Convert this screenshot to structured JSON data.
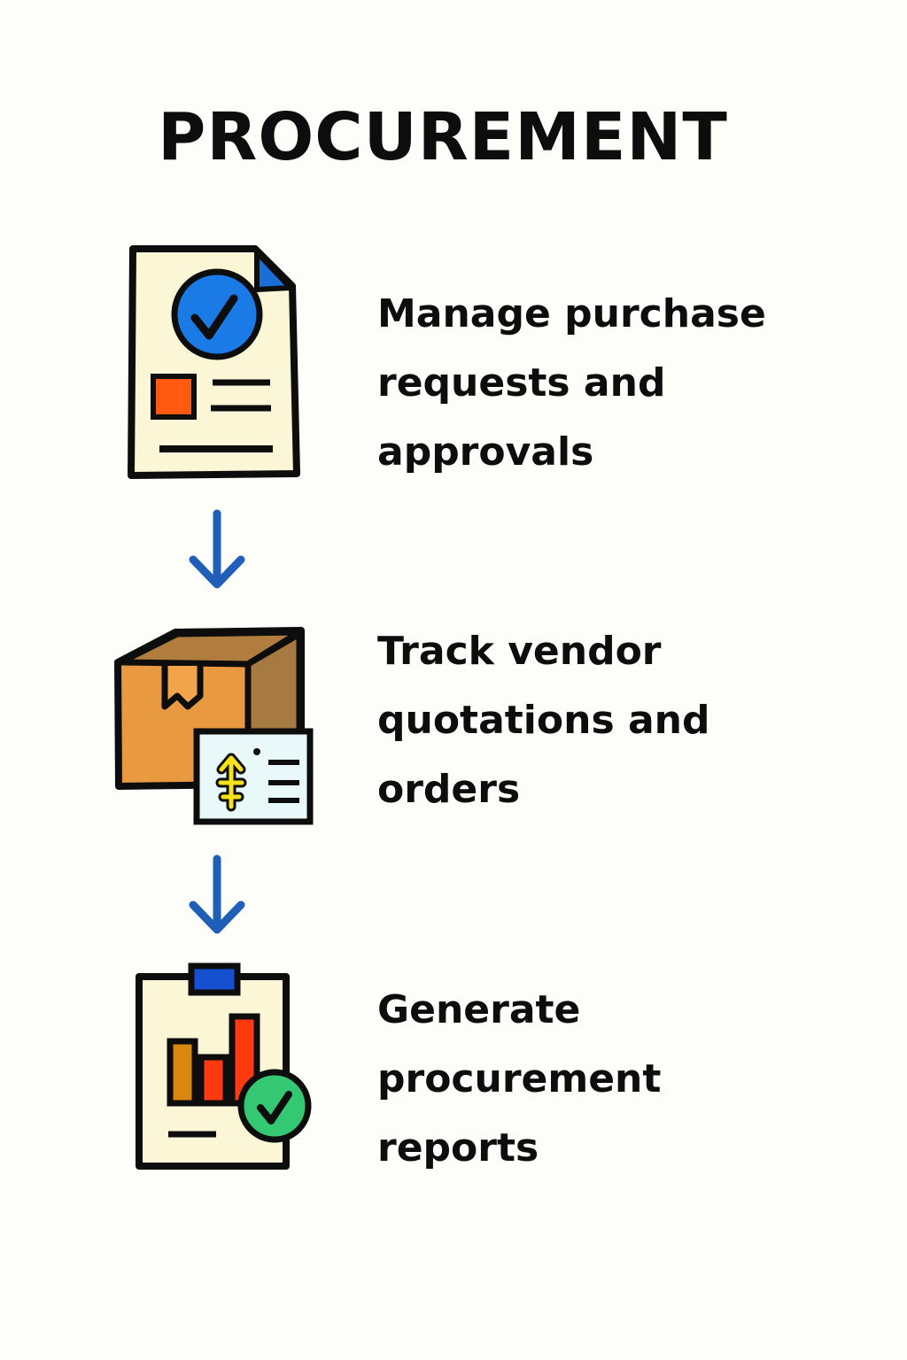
{
  "title": "PROCUREMENT",
  "steps": [
    {
      "icon": "approved-document-icon",
      "lines": [
        "Manage purchase",
        "requests and",
        "approvals"
      ]
    },
    {
      "icon": "package-quotation-icon",
      "lines": [
        "Track vendor",
        "quotations and",
        "orders"
      ]
    },
    {
      "icon": "report-clipboard-icon",
      "lines": [
        "Generate",
        "procurement",
        "reports"
      ]
    }
  ],
  "connectors": [
    "down-arrow",
    "down-arrow"
  ],
  "colors": {
    "background": "#fdfdfa",
    "paper": "#fbf7d6",
    "blue": "#1a73e8",
    "arrow_blue": "#1f5fb8",
    "orange": "#ff5a10",
    "box_front": "#e9993f",
    "box_side": "#a77a42",
    "green": "#34c872",
    "tag": "#e9f8f8",
    "bar_gold": "#d9870f",
    "bar_red": "#ff3a10"
  }
}
